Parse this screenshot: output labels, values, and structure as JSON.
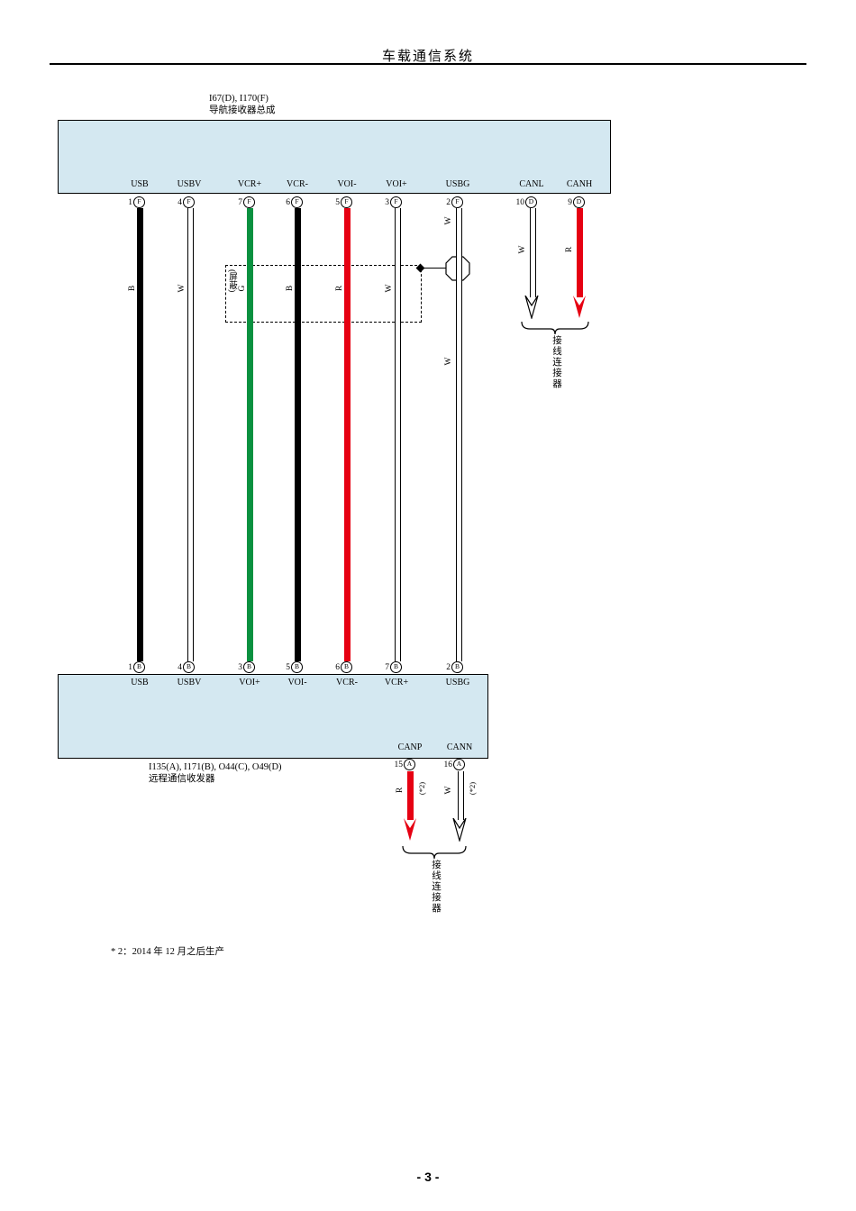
{
  "page": {
    "header_title": "车载通信系统",
    "page_number": "- 3 -",
    "footnote": "* 2：2014 年 12 月之后生产"
  },
  "top_block": {
    "ref": "I67(D), I170(F)",
    "name": "导航接收器总成",
    "pins": [
      {
        "signal": "USB",
        "pin": "1",
        "conn": "F",
        "color_label": "B"
      },
      {
        "signal": "USBV",
        "pin": "4",
        "conn": "F",
        "color_label": "W"
      },
      {
        "signal": "VCR+",
        "pin": "7",
        "conn": "F",
        "color_label": "G"
      },
      {
        "signal": "VCR-",
        "pin": "6",
        "conn": "F",
        "color_label": "B"
      },
      {
        "signal": "VOI-",
        "pin": "5",
        "conn": "F",
        "color_label": "R"
      },
      {
        "signal": "VOI+",
        "pin": "3",
        "conn": "F",
        "color_label": "W"
      },
      {
        "signal": "USBG",
        "pin": "2",
        "conn": "F",
        "color_label": "W",
        "color_label2": "W"
      },
      {
        "signal": "CANL",
        "pin": "10",
        "conn": "D",
        "color_label": "W"
      },
      {
        "signal": "CANH",
        "pin": "9",
        "conn": "D",
        "color_label": "R"
      }
    ]
  },
  "bottom_block": {
    "ref": "I135(A), I171(B), O44(C), O49(D)",
    "name": "远程通信收发器",
    "top_pins": [
      {
        "signal": "USB",
        "pin": "1",
        "conn": "B"
      },
      {
        "signal": "USBV",
        "pin": "4",
        "conn": "B"
      },
      {
        "signal": "VOI+",
        "pin": "3",
        "conn": "B"
      },
      {
        "signal": "VOI-",
        "pin": "5",
        "conn": "B"
      },
      {
        "signal": "VCR-",
        "pin": "6",
        "conn": "B"
      },
      {
        "signal": "VCR+",
        "pin": "7",
        "conn": "B"
      },
      {
        "signal": "USBG",
        "pin": "2",
        "conn": "B"
      }
    ],
    "bottom_pins": [
      {
        "signal": "CANP",
        "pin": "15",
        "conn": "A",
        "color_label": "R",
        "note": "(*2)"
      },
      {
        "signal": "CANN",
        "pin": "16",
        "conn": "A",
        "color_label": "W",
        "note": "(*2)"
      }
    ]
  },
  "shield_label": "(屏蔽)",
  "junction_connector": {
    "label_top": "接线连接器",
    "label_bottom": "接线连接器"
  },
  "colors": {
    "wire_red": "#e60012",
    "wire_green": "#0a9140",
    "wire_black": "#000000",
    "wire_white": "#ffffff",
    "block_fill": "#d4e8f1"
  },
  "wires": [
    {
      "signal": "USB",
      "color": "B",
      "from": "导航接收器总成 1(F)",
      "to": "远程通信收发器 1(B)"
    },
    {
      "signal": "USBV",
      "color": "W",
      "from": "导航接收器总成 4(F)",
      "to": "远程通信收发器 4(B)"
    },
    {
      "signal": "VCR+",
      "color": "G",
      "from": "导航接收器总成 7(F)",
      "to": "远程通信收发器 3(B) VOI+",
      "shielded": true
    },
    {
      "signal": "VCR-",
      "color": "B",
      "from": "导航接收器总成 6(F)",
      "to": "远程通信收发器 5(B) VOI-",
      "shielded": true
    },
    {
      "signal": "VOI-",
      "color": "R",
      "from": "导航接收器总成 5(F)",
      "to": "远程通信收发器 6(B) VCR-",
      "shielded": true
    },
    {
      "signal": "VOI+",
      "color": "W",
      "from": "导航接收器总成 3(F)",
      "to": "远程通信收发器 7(B) VCR+",
      "shielded": true
    },
    {
      "signal": "USBG",
      "color": "W",
      "from": "导航接收器总成 2(F)",
      "to": "远程通信收发器 2(B)"
    },
    {
      "signal": "CANL",
      "color": "W",
      "from": "导航接收器总成 10(D)",
      "to": "接线连接器"
    },
    {
      "signal": "CANH",
      "color": "R",
      "from": "导航接收器总成 9(D)",
      "to": "接线连接器"
    },
    {
      "signal": "CANP",
      "color": "R",
      "note": "(*2)",
      "from": "远程通信收发器 15(A)",
      "to": "接线连接器"
    },
    {
      "signal": "CANN",
      "color": "W",
      "note": "(*2)",
      "from": "远程通信收发器 16(A)",
      "to": "接线连接器"
    }
  ]
}
